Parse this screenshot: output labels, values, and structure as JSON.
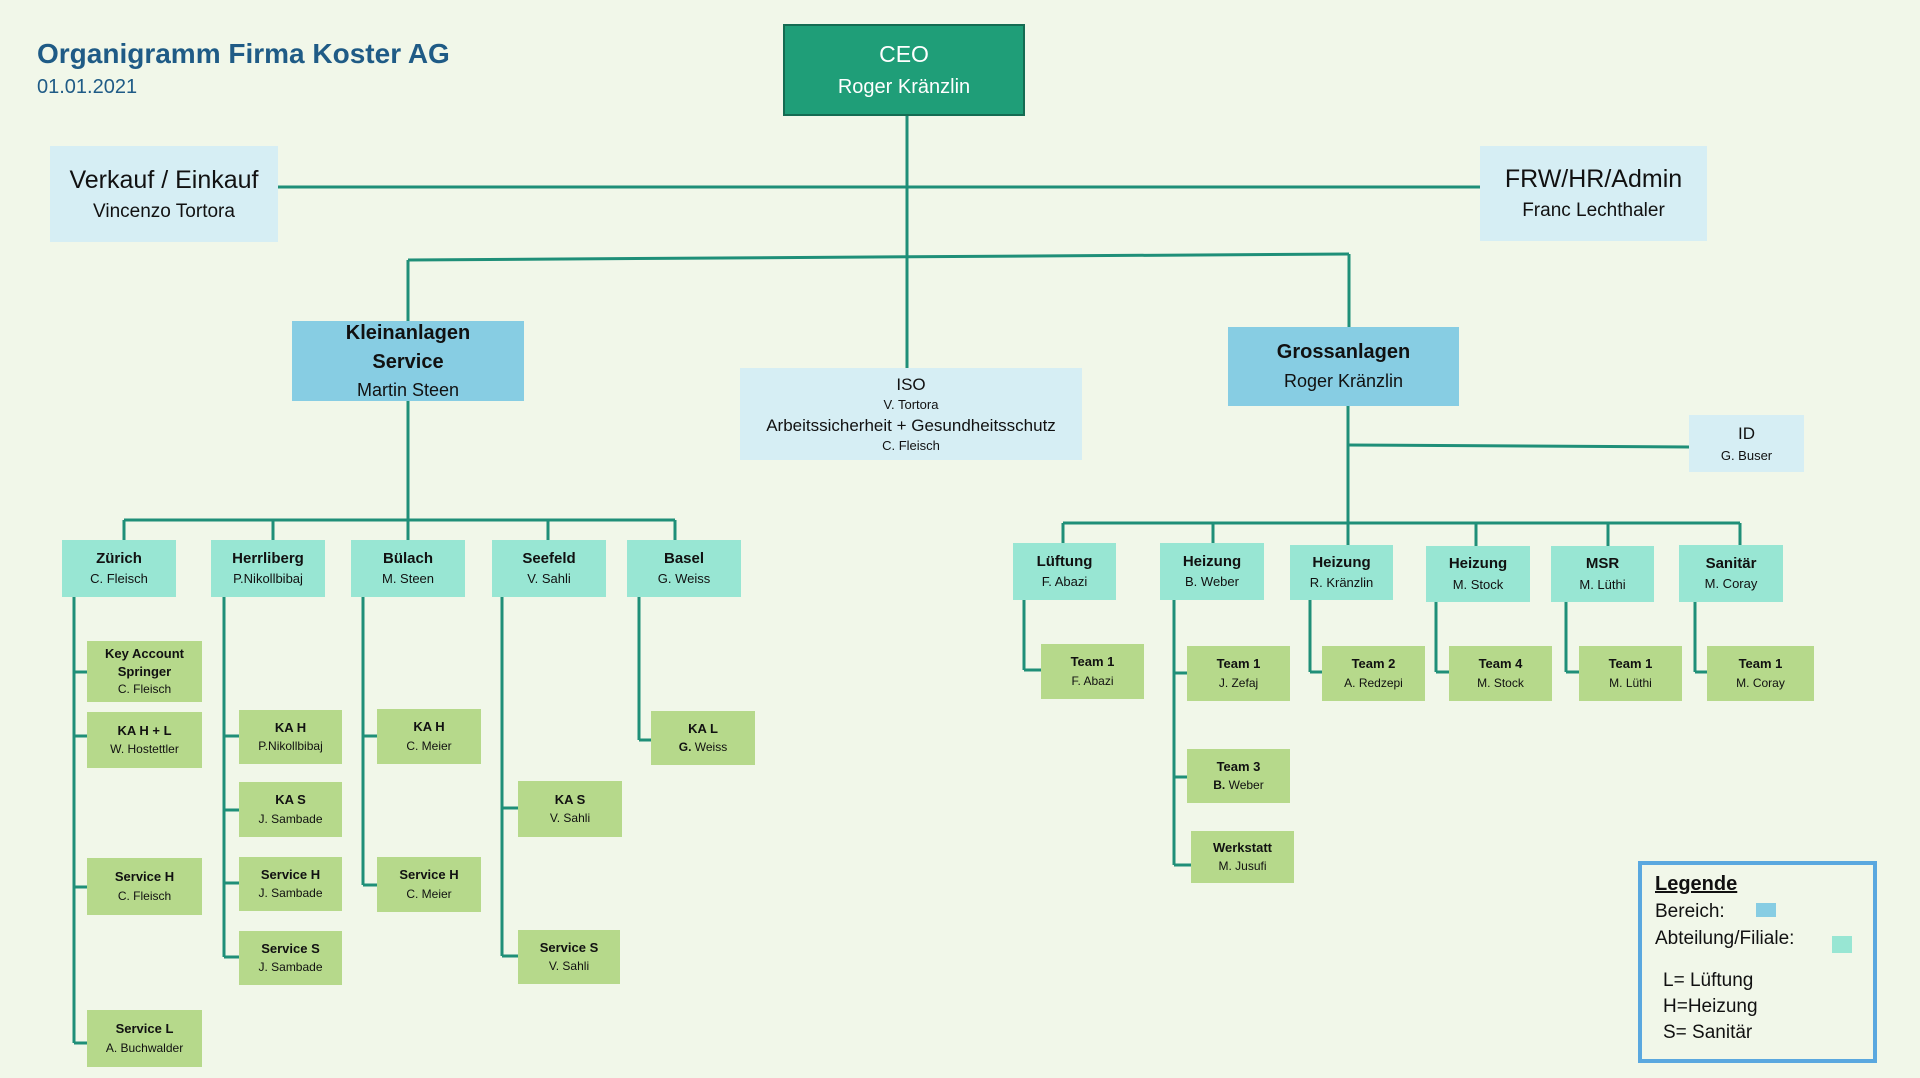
{
  "header": {
    "title": "Organigramm Firma Koster AG",
    "date": "01.01.2021"
  },
  "ceo": {
    "role": "CEO",
    "name": "Roger Kränzlin"
  },
  "verkauf": {
    "title": "Verkauf / Einkauf",
    "name": "Vincenzo Tortora"
  },
  "frw": {
    "title": "FRW/HR/Admin",
    "name": "Franc Lechthaler"
  },
  "kleinanlagen": {
    "title1": "Kleinanlagen",
    "title2": "Service",
    "name": "Martin Steen"
  },
  "iso": {
    "title": "ISO",
    "iso_name": "V. Tortora",
    "safety": "Arbeitssicherheit + Gesundheitsschutz",
    "safety_name": "C. Fleisch"
  },
  "grossanlagen": {
    "title": "Grossanlagen",
    "name": "Roger Kränzlin"
  },
  "id": {
    "title": "ID",
    "name": "G. Buser"
  },
  "small_depts": [
    {
      "title": "Zürich",
      "name": "C. Fleisch"
    },
    {
      "title": "Herrliberg",
      "name": "P.Nikollbibaj"
    },
    {
      "title": "Bülach",
      "name": "M. Steen"
    },
    {
      "title": "Seefeld",
      "name": "V. Sahli"
    },
    {
      "title": "Basel",
      "name": "G. Weiss"
    }
  ],
  "small_teams": {
    "zuerich": [
      {
        "title1": "Key Account",
        "title2": "Springer",
        "name": "C. Fleisch"
      },
      {
        "title": "KA H + L",
        "name": "W. Hostettler"
      },
      {
        "title": "Service H",
        "name": "C. Fleisch"
      },
      {
        "title": "Service L",
        "name": "A. Buchwalder"
      }
    ],
    "herrliberg": [
      {
        "title": "KA H",
        "name": "P.Nikollbibaj"
      },
      {
        "title": "KA S",
        "name": "J. Sambade"
      },
      {
        "title": "Service H",
        "name": "J. Sambade"
      },
      {
        "title": "Service S",
        "name": "J. Sambade"
      }
    ],
    "buelach": [
      {
        "title": "KA H",
        "name": "C. Meier"
      },
      {
        "title": "Service H",
        "name": "C. Meier"
      }
    ],
    "seefeld": [
      {
        "title": "KA S",
        "name": "V. Sahli"
      },
      {
        "title": "Service S",
        "name": "V. Sahli"
      }
    ],
    "basel": [
      {
        "title": "KA L",
        "name_bold": "G.",
        "name_rest": " Weiss"
      }
    ]
  },
  "large_depts": [
    {
      "title": "Lüftung",
      "name": "F. Abazi"
    },
    {
      "title": "Heizung",
      "name": "B. Weber"
    },
    {
      "title": "Heizung",
      "name": "R. Kränzlin"
    },
    {
      "title": "Heizung",
      "name": "M. Stock"
    },
    {
      "title": "MSR",
      "name": "M. Lüthi"
    },
    {
      "title": "Sanitär",
      "name": "M. Coray"
    }
  ],
  "large_teams": {
    "lueftung": [
      {
        "title": "Team 1",
        "name": "F. Abazi"
      }
    ],
    "heizung_weber": [
      {
        "title": "Team 1",
        "name": "J. Zefaj"
      },
      {
        "title": "Team 3",
        "name_bold": "B.",
        "name_rest": " Weber"
      },
      {
        "title": "Werkstatt",
        "name": "M. Jusufi"
      }
    ],
    "heizung_kraenzlin": [
      {
        "title": "Team 2",
        "name": "A. Redzepi"
      }
    ],
    "heizung_stock": [
      {
        "title": "Team 4",
        "name": "M. Stock"
      }
    ],
    "msr": [
      {
        "title": "Team 1",
        "name": "M. Lüthi"
      }
    ],
    "sanitaer": [
      {
        "title": "Team 1",
        "name": "M. Coray"
      }
    ]
  },
  "legend": {
    "title": "Legende",
    "bereich": "Bereich:",
    "abteilung": "Abteilung/Filiale:",
    "l": "L= Lüftung",
    "h": "H=Heizung",
    "s": "S= Sanitär",
    "colors": {
      "bereich": "#87cde3",
      "abteilung": "#98e6d3"
    }
  }
}
